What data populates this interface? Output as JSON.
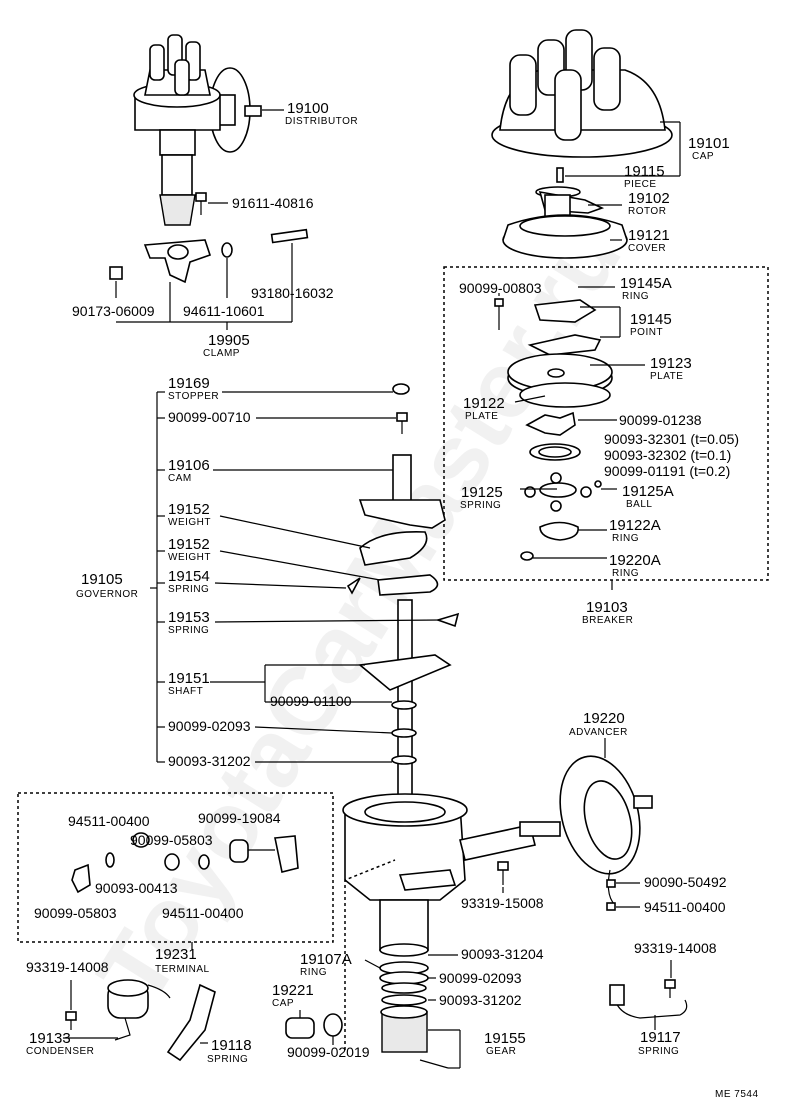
{
  "parts": {
    "p19100": {
      "number": "19100",
      "name": "DISTRIBUTOR"
    },
    "p19101": {
      "number": "19101",
      "name": "CAP"
    },
    "p19115": {
      "number": "19115",
      "name": "PIECE"
    },
    "p19102": {
      "number": "19102",
      "name": "ROTOR"
    },
    "p19121": {
      "number": "19121",
      "name": "COVER"
    },
    "p91611_40816": {
      "number": "91611-40816"
    },
    "p90173_06009": {
      "number": "90173-06009"
    },
    "p94611_10601": {
      "number": "94611-10601"
    },
    "p93180_16032": {
      "number": "93180-16032"
    },
    "p19905": {
      "number": "19905",
      "name": "CLAMP"
    },
    "p90099_00803": {
      "number": "90099-00803"
    },
    "p19145A": {
      "number": "19145A",
      "name": "RING"
    },
    "p19145": {
      "number": "19145",
      "name": "POINT"
    },
    "p19123": {
      "number": "19123",
      "name": "PLATE"
    },
    "p19122": {
      "number": "19122",
      "name": "PLATE"
    },
    "p90099_01238": {
      "number": "90099-01238"
    },
    "p90093_32301": {
      "number": "90093-32301 (t=0.05)"
    },
    "p90093_32302": {
      "number": "90093-32302 (t=0.1)"
    },
    "p90099_01191": {
      "number": "90099-01191 (t=0.2)"
    },
    "p19125": {
      "number": "19125",
      "name": "SPRING"
    },
    "p19125A": {
      "number": "19125A",
      "name": "BALL"
    },
    "p19122A": {
      "number": "19122A",
      "name": "RING"
    },
    "p19220A": {
      "number": "19220A",
      "name": "RING"
    },
    "p19103": {
      "number": "19103",
      "name": "BREAKER"
    },
    "p19169": {
      "number": "19169",
      "name": "STOPPER"
    },
    "p90099_00710": {
      "number": "90099-00710"
    },
    "p19106": {
      "number": "19106",
      "name": "CAM"
    },
    "p19152a": {
      "number": "19152",
      "name": "WEIGHT"
    },
    "p19152b": {
      "number": "19152",
      "name": "WEIGHT"
    },
    "p19154": {
      "number": "19154",
      "name": "SPRING"
    },
    "p19105": {
      "number": "19105",
      "name": "GOVERNOR"
    },
    "p19153": {
      "number": "19153",
      "name": "SPRING"
    },
    "p19151": {
      "number": "19151",
      "name": "SHAFT"
    },
    "p90099_01100": {
      "number": "90099-01100"
    },
    "p90099_02093a": {
      "number": "90099-02093"
    },
    "p90093_31202a": {
      "number": "90093-31202"
    },
    "p19220": {
      "number": "19220",
      "name": "ADVANCER"
    },
    "p94511_00400a": {
      "number": "94511-00400"
    },
    "p90099_19084": {
      "number": "90099-19084"
    },
    "p90099_05803a": {
      "number": "90099-05803"
    },
    "p90093_00413": {
      "number": "90093-00413"
    },
    "p90099_05803b": {
      "number": "90099-05803"
    },
    "p94511_00400b": {
      "number": "94511-00400"
    },
    "p19231": {
      "number": "19231",
      "name": "TERMINAL"
    },
    "p93319_15008": {
      "number": "93319-15008"
    },
    "p90090_50492": {
      "number": "90090-50492"
    },
    "p94511_00400c": {
      "number": "94511-00400"
    },
    "p93319_14008b": {
      "number": "93319-14008"
    },
    "p93319_14008a": {
      "number": "93319-14008"
    },
    "p19133": {
      "number": "19133",
      "name": "CONDENSER"
    },
    "p19118": {
      "number": "19118",
      "name": "SPRING"
    },
    "p19107A": {
      "number": "19107A",
      "name": "RING"
    },
    "p90093_31204": {
      "number": "90093-31204"
    },
    "p90099_02093b": {
      "number": "90099-02093"
    },
    "p90093_31202b": {
      "number": "90093-31202"
    },
    "p19221": {
      "number": "19221",
      "name": "CAP"
    },
    "p90099_02019": {
      "number": "90099-02019"
    },
    "p19155": {
      "number": "19155",
      "name": "GEAR"
    },
    "p19117": {
      "number": "19117",
      "name": "SPRING"
    }
  },
  "watermark": "ToyotaCarMaster.ru",
  "figure_code": "ME 7544"
}
